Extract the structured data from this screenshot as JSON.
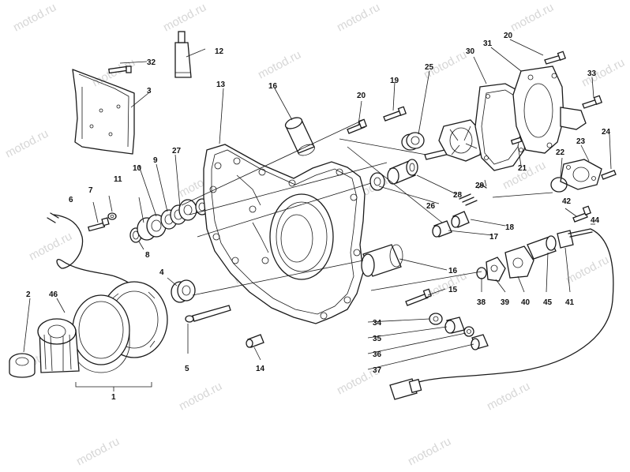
{
  "watermark": "motod.ru",
  "part_labels": [
    {
      "id": "p1",
      "text": "1"
    },
    {
      "id": "p2",
      "text": "2"
    },
    {
      "id": "p3",
      "text": "3"
    },
    {
      "id": "p4",
      "text": "4"
    },
    {
      "id": "p5",
      "text": "5"
    },
    {
      "id": "p6",
      "text": "6"
    },
    {
      "id": "p7",
      "text": "7"
    },
    {
      "id": "p8",
      "text": "8"
    },
    {
      "id": "p9",
      "text": "9"
    },
    {
      "id": "p10",
      "text": "10"
    },
    {
      "id": "p11",
      "text": "11"
    },
    {
      "id": "p12",
      "text": "12"
    },
    {
      "id": "p13",
      "text": "13"
    },
    {
      "id": "p14",
      "text": "14"
    },
    {
      "id": "p15",
      "text": "15"
    },
    {
      "id": "p16a",
      "text": "16"
    },
    {
      "id": "p16b",
      "text": "16"
    },
    {
      "id": "p17",
      "text": "17"
    },
    {
      "id": "p18",
      "text": "18"
    },
    {
      "id": "p19",
      "text": "19"
    },
    {
      "id": "p20a",
      "text": "20"
    },
    {
      "id": "p20b",
      "text": "20"
    },
    {
      "id": "p21",
      "text": "21"
    },
    {
      "id": "p22",
      "text": "22"
    },
    {
      "id": "p23",
      "text": "23"
    },
    {
      "id": "p24",
      "text": "24"
    },
    {
      "id": "p25",
      "text": "25"
    },
    {
      "id": "p26",
      "text": "26"
    },
    {
      "id": "p27",
      "text": "27"
    },
    {
      "id": "p28",
      "text": "28"
    },
    {
      "id": "p29",
      "text": "29"
    },
    {
      "id": "p30",
      "text": "30"
    },
    {
      "id": "p31",
      "text": "31"
    },
    {
      "id": "p32",
      "text": "32"
    },
    {
      "id": "p33",
      "text": "33"
    },
    {
      "id": "p34",
      "text": "34"
    },
    {
      "id": "p35",
      "text": "35"
    },
    {
      "id": "p36",
      "text": "36"
    },
    {
      "id": "p37",
      "text": "37"
    },
    {
      "id": "p38",
      "text": "38"
    },
    {
      "id": "p39",
      "text": "39"
    },
    {
      "id": "p40",
      "text": "40"
    },
    {
      "id": "p41",
      "text": "41"
    },
    {
      "id": "p42",
      "text": "42"
    },
    {
      "id": "p44",
      "text": "44"
    },
    {
      "id": "p45",
      "text": "45"
    },
    {
      "id": "p46",
      "text": "46"
    }
  ]
}
